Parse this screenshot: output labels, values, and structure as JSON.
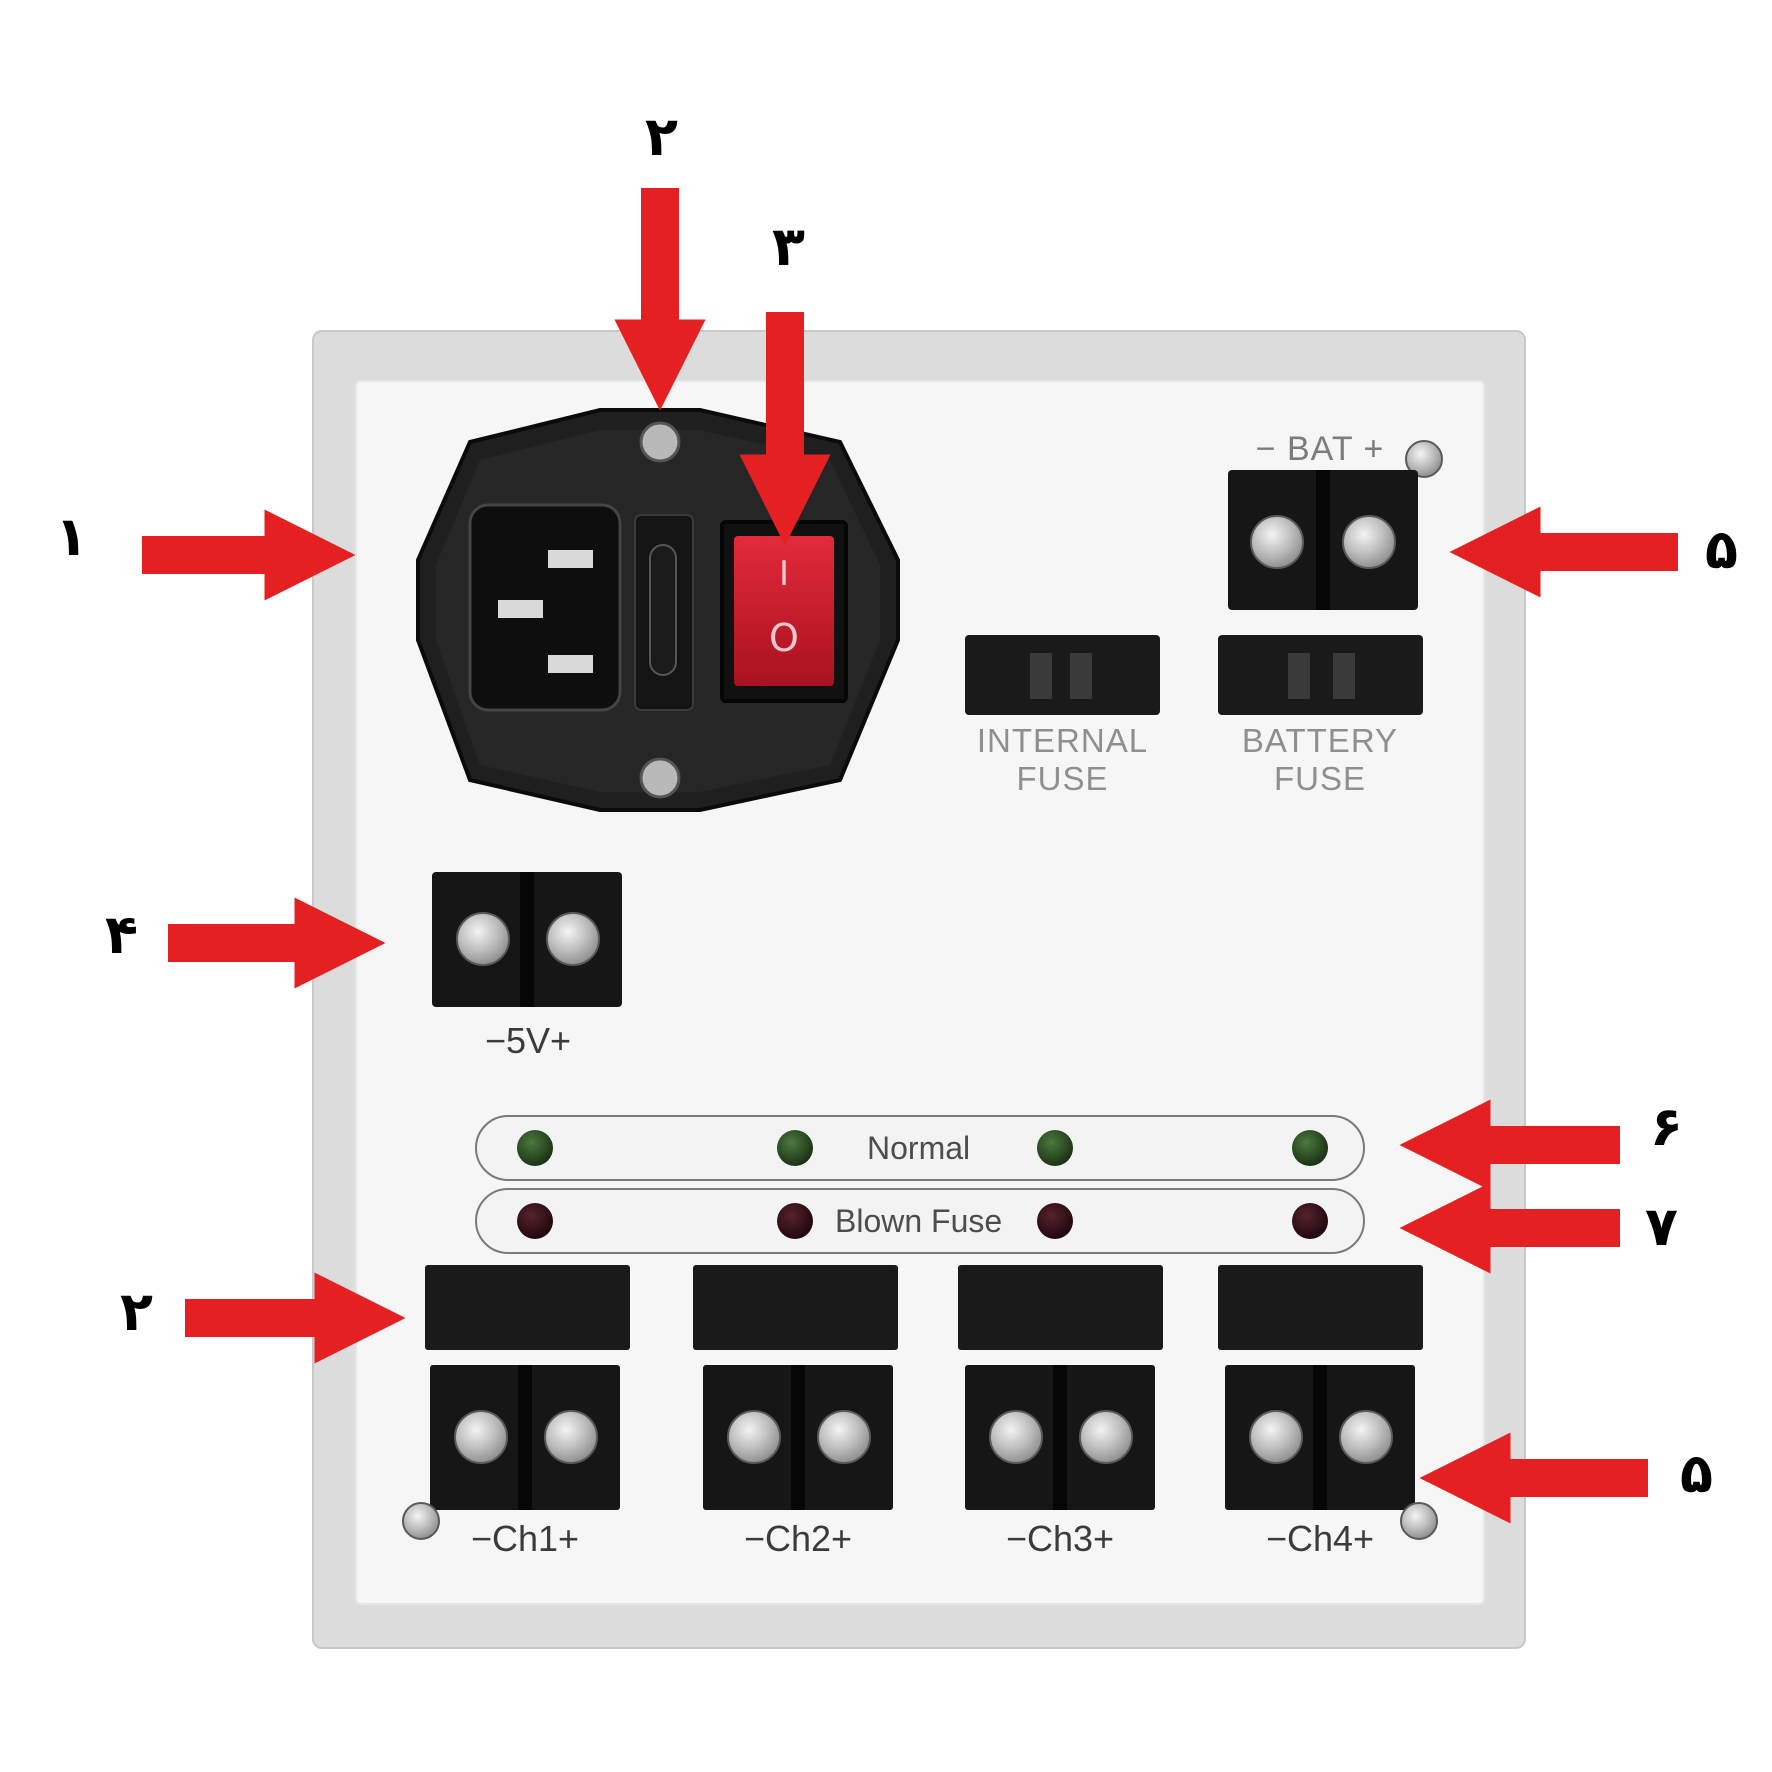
{
  "panel": {
    "bat_label": "− BAT +",
    "internal_fuse_label": [
      "INTERNAL",
      "FUSE"
    ],
    "battery_fuse_label": [
      "BATTERY",
      "FUSE"
    ],
    "v5_label": "−5V+",
    "normal_label": "Normal",
    "blown_fuse_label": "Blown Fuse",
    "channels": [
      "−Ch1+",
      "−Ch2+",
      "−Ch3+",
      "−Ch4+"
    ],
    "switch_on": "I",
    "switch_off": "O"
  },
  "callouts": {
    "n1": "۱",
    "n2_top": "۲",
    "n3": "۳",
    "n4": "۴",
    "n5_top": "۵",
    "n6": "۶",
    "n7": "۷",
    "n2_bottom": "۲",
    "n5_bottom": "۵"
  },
  "colors": {
    "arrow": "#e42022",
    "terminal": "#161616",
    "switch": "#d01b2c",
    "led_green": "#1d3517",
    "led_red": "#24090f"
  }
}
